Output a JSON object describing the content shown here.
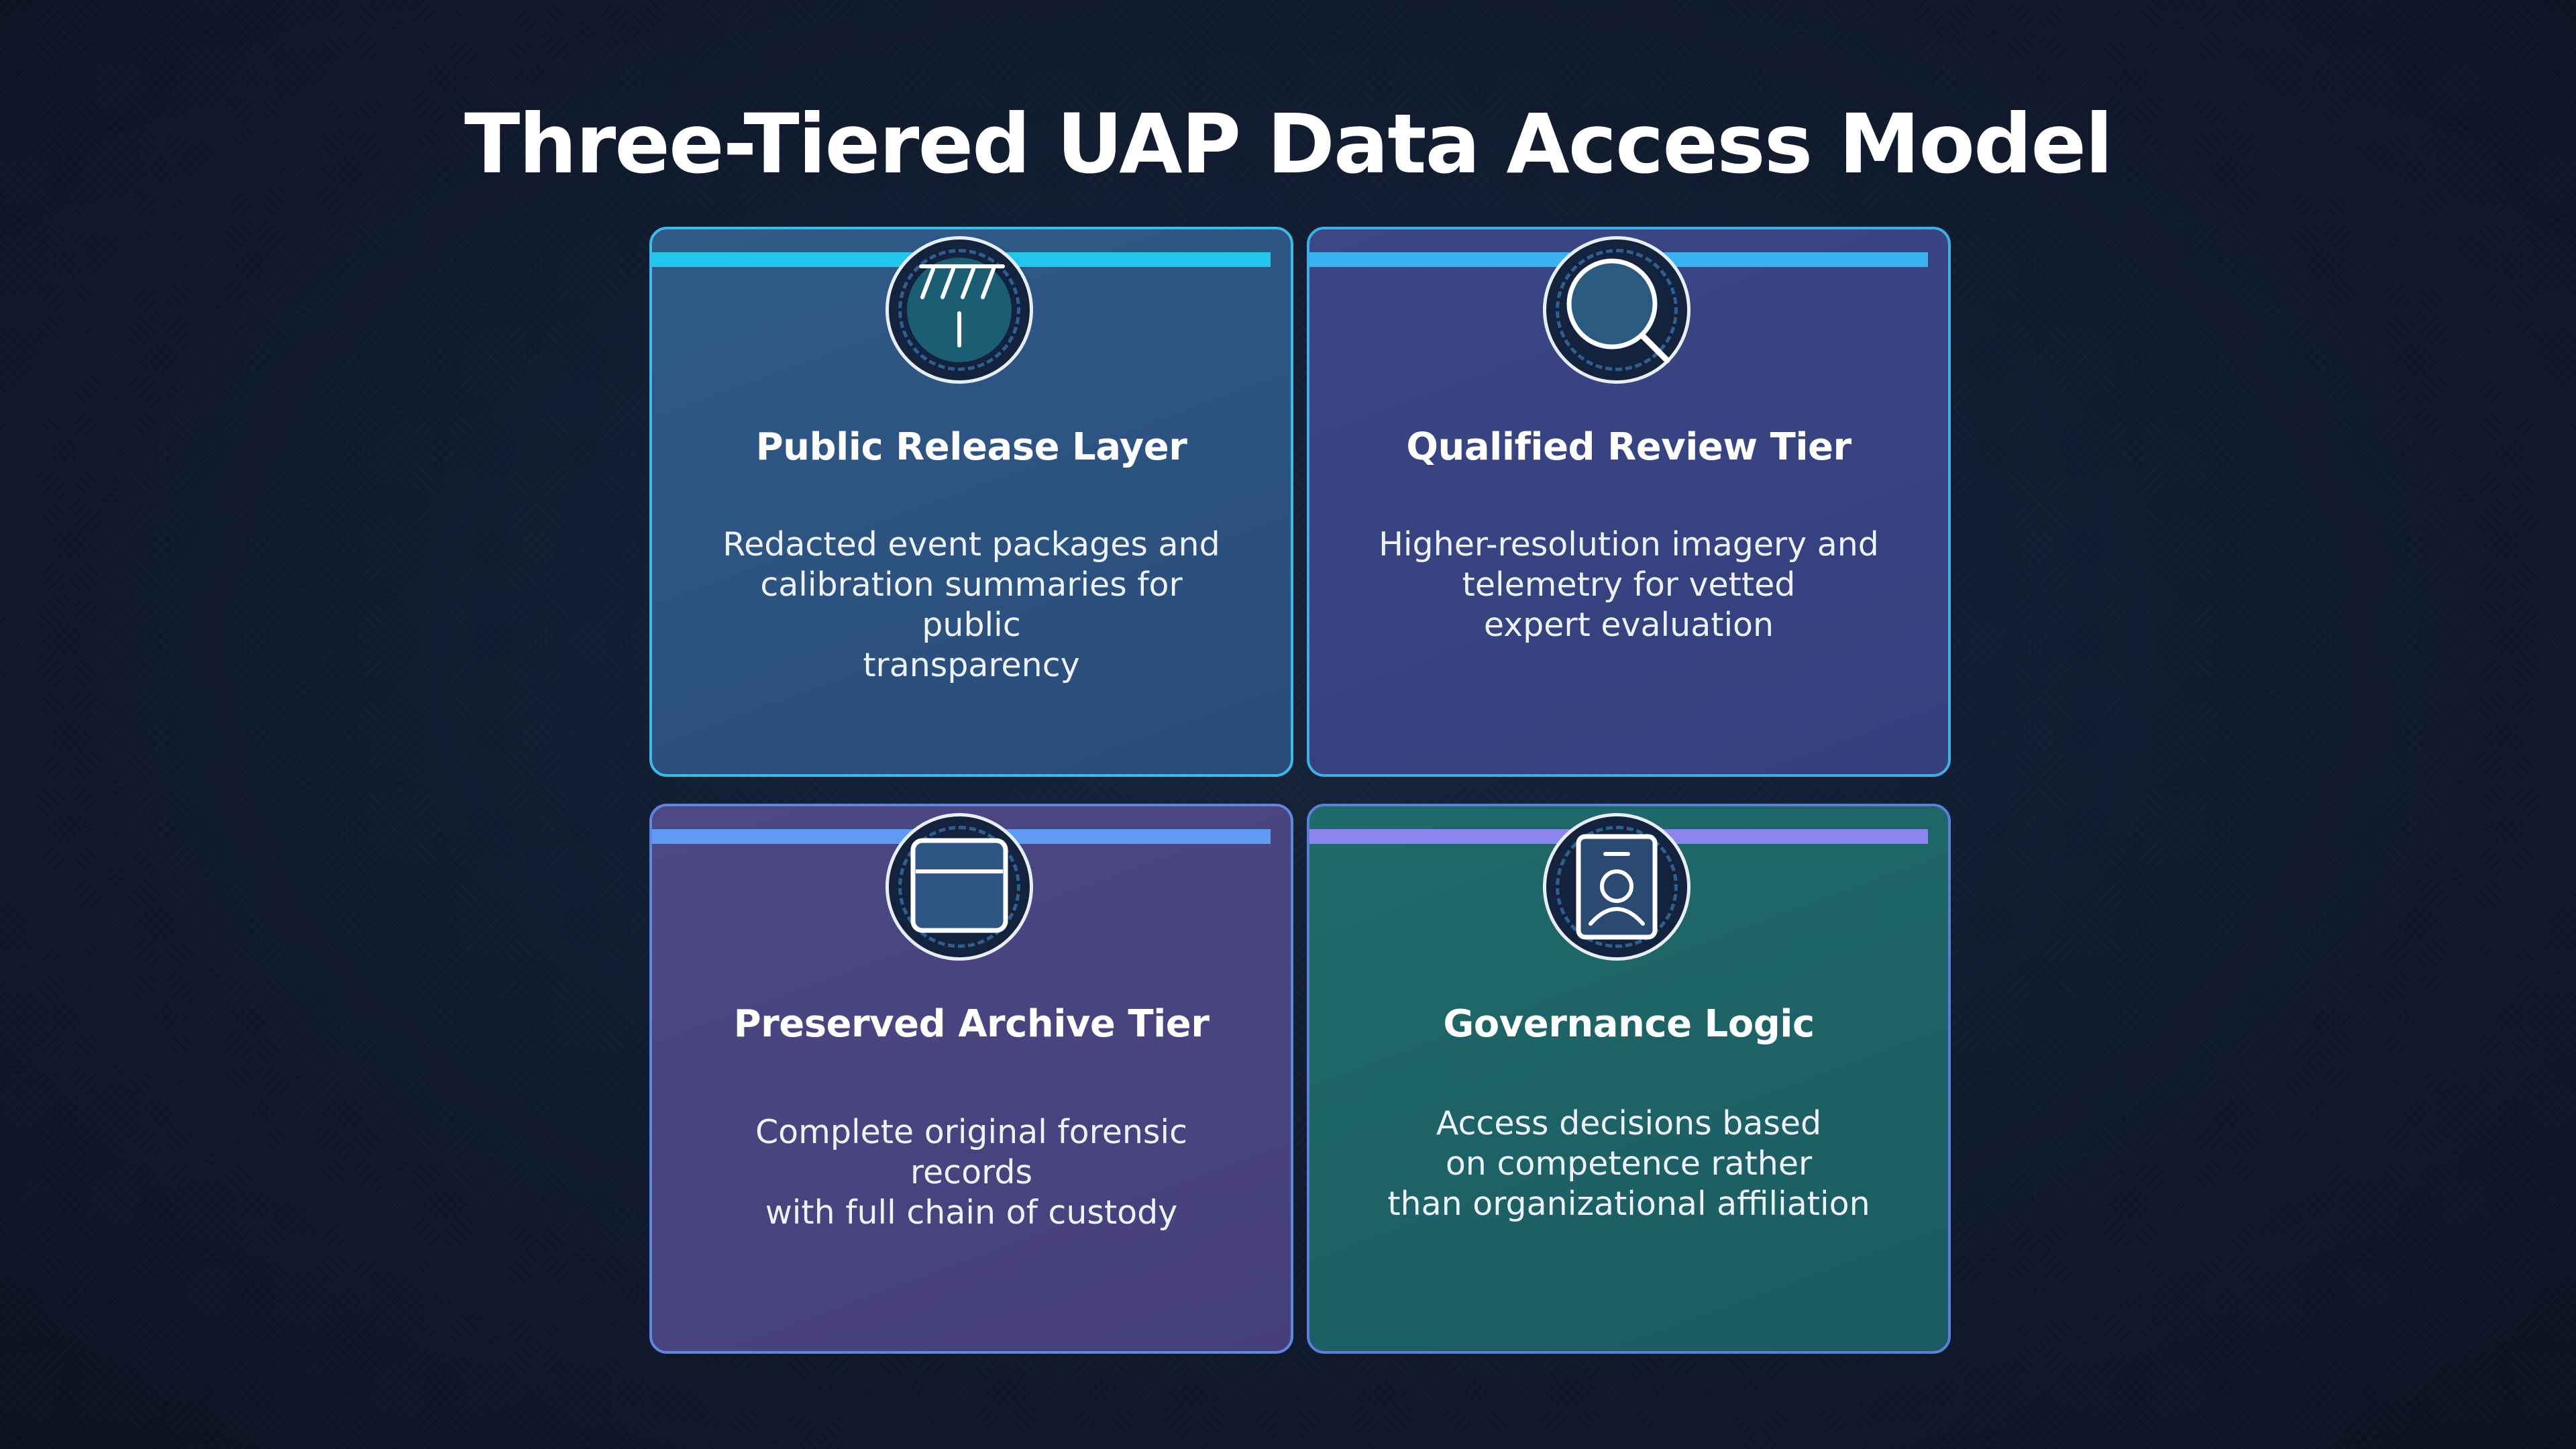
{
  "title": "Three-Tiered UAP Data Access Model",
  "colors": {
    "accent_public": "#22c6ea",
    "accent_qualified": "#39b2f0",
    "accent_archive": "#5f9bf2",
    "accent_governance": "#8a86ee"
  },
  "tiers": [
    {
      "icon": "antenna-icon",
      "title": "Public Release Layer",
      "description": "Redacted event packages and\ncalibration summaries for public\ntransparency"
    },
    {
      "icon": "magnifier-icon",
      "title": "Qualified Review Tier",
      "description": "Higher-resolution imagery and\ntelemetry for vetted\nexpert evaluation"
    },
    {
      "icon": "archive-box-icon",
      "title": "Preserved Archive Tier",
      "description": "Complete original forensic records\nwith full chain of custody"
    },
    {
      "icon": "id-badge-icon",
      "title": "Governance Logic",
      "description": "Access decisions based\non competence rather\nthan organizational affiliation"
    }
  ]
}
